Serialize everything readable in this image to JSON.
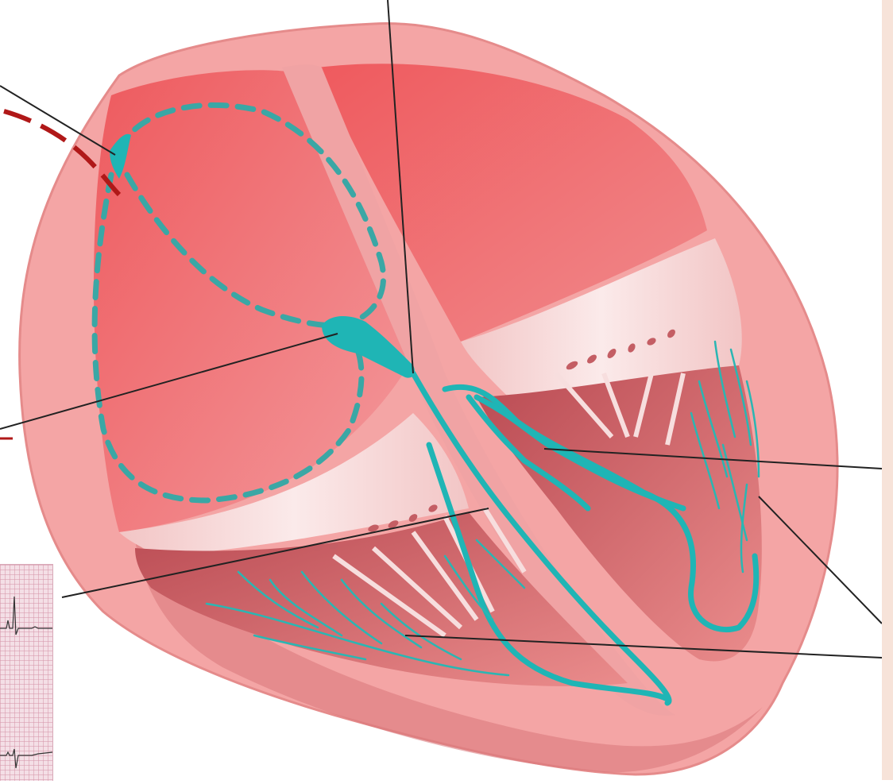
{
  "figure": {
    "subject": "heart-conduction-system-cross-section",
    "labels": [],
    "colors": {
      "heart_outer": "#f4a5a5",
      "heart_wall": "#f39a9a",
      "chamber_fill": "#ef6b6b",
      "valve_fill": "#f6d6d6",
      "conduction": "#1fb5b5",
      "leader_line": "#222222",
      "marker_red": "#b01818",
      "ecg_background": "#f4dfe6",
      "ecg_trace": "#333333",
      "side_strip": "#f7e3d9"
    },
    "structures": [
      "sinoatrial-node",
      "atrioventricular-node",
      "bundle-of-his",
      "left-bundle-branch",
      "right-bundle-branch",
      "purkinje-fibers"
    ]
  }
}
